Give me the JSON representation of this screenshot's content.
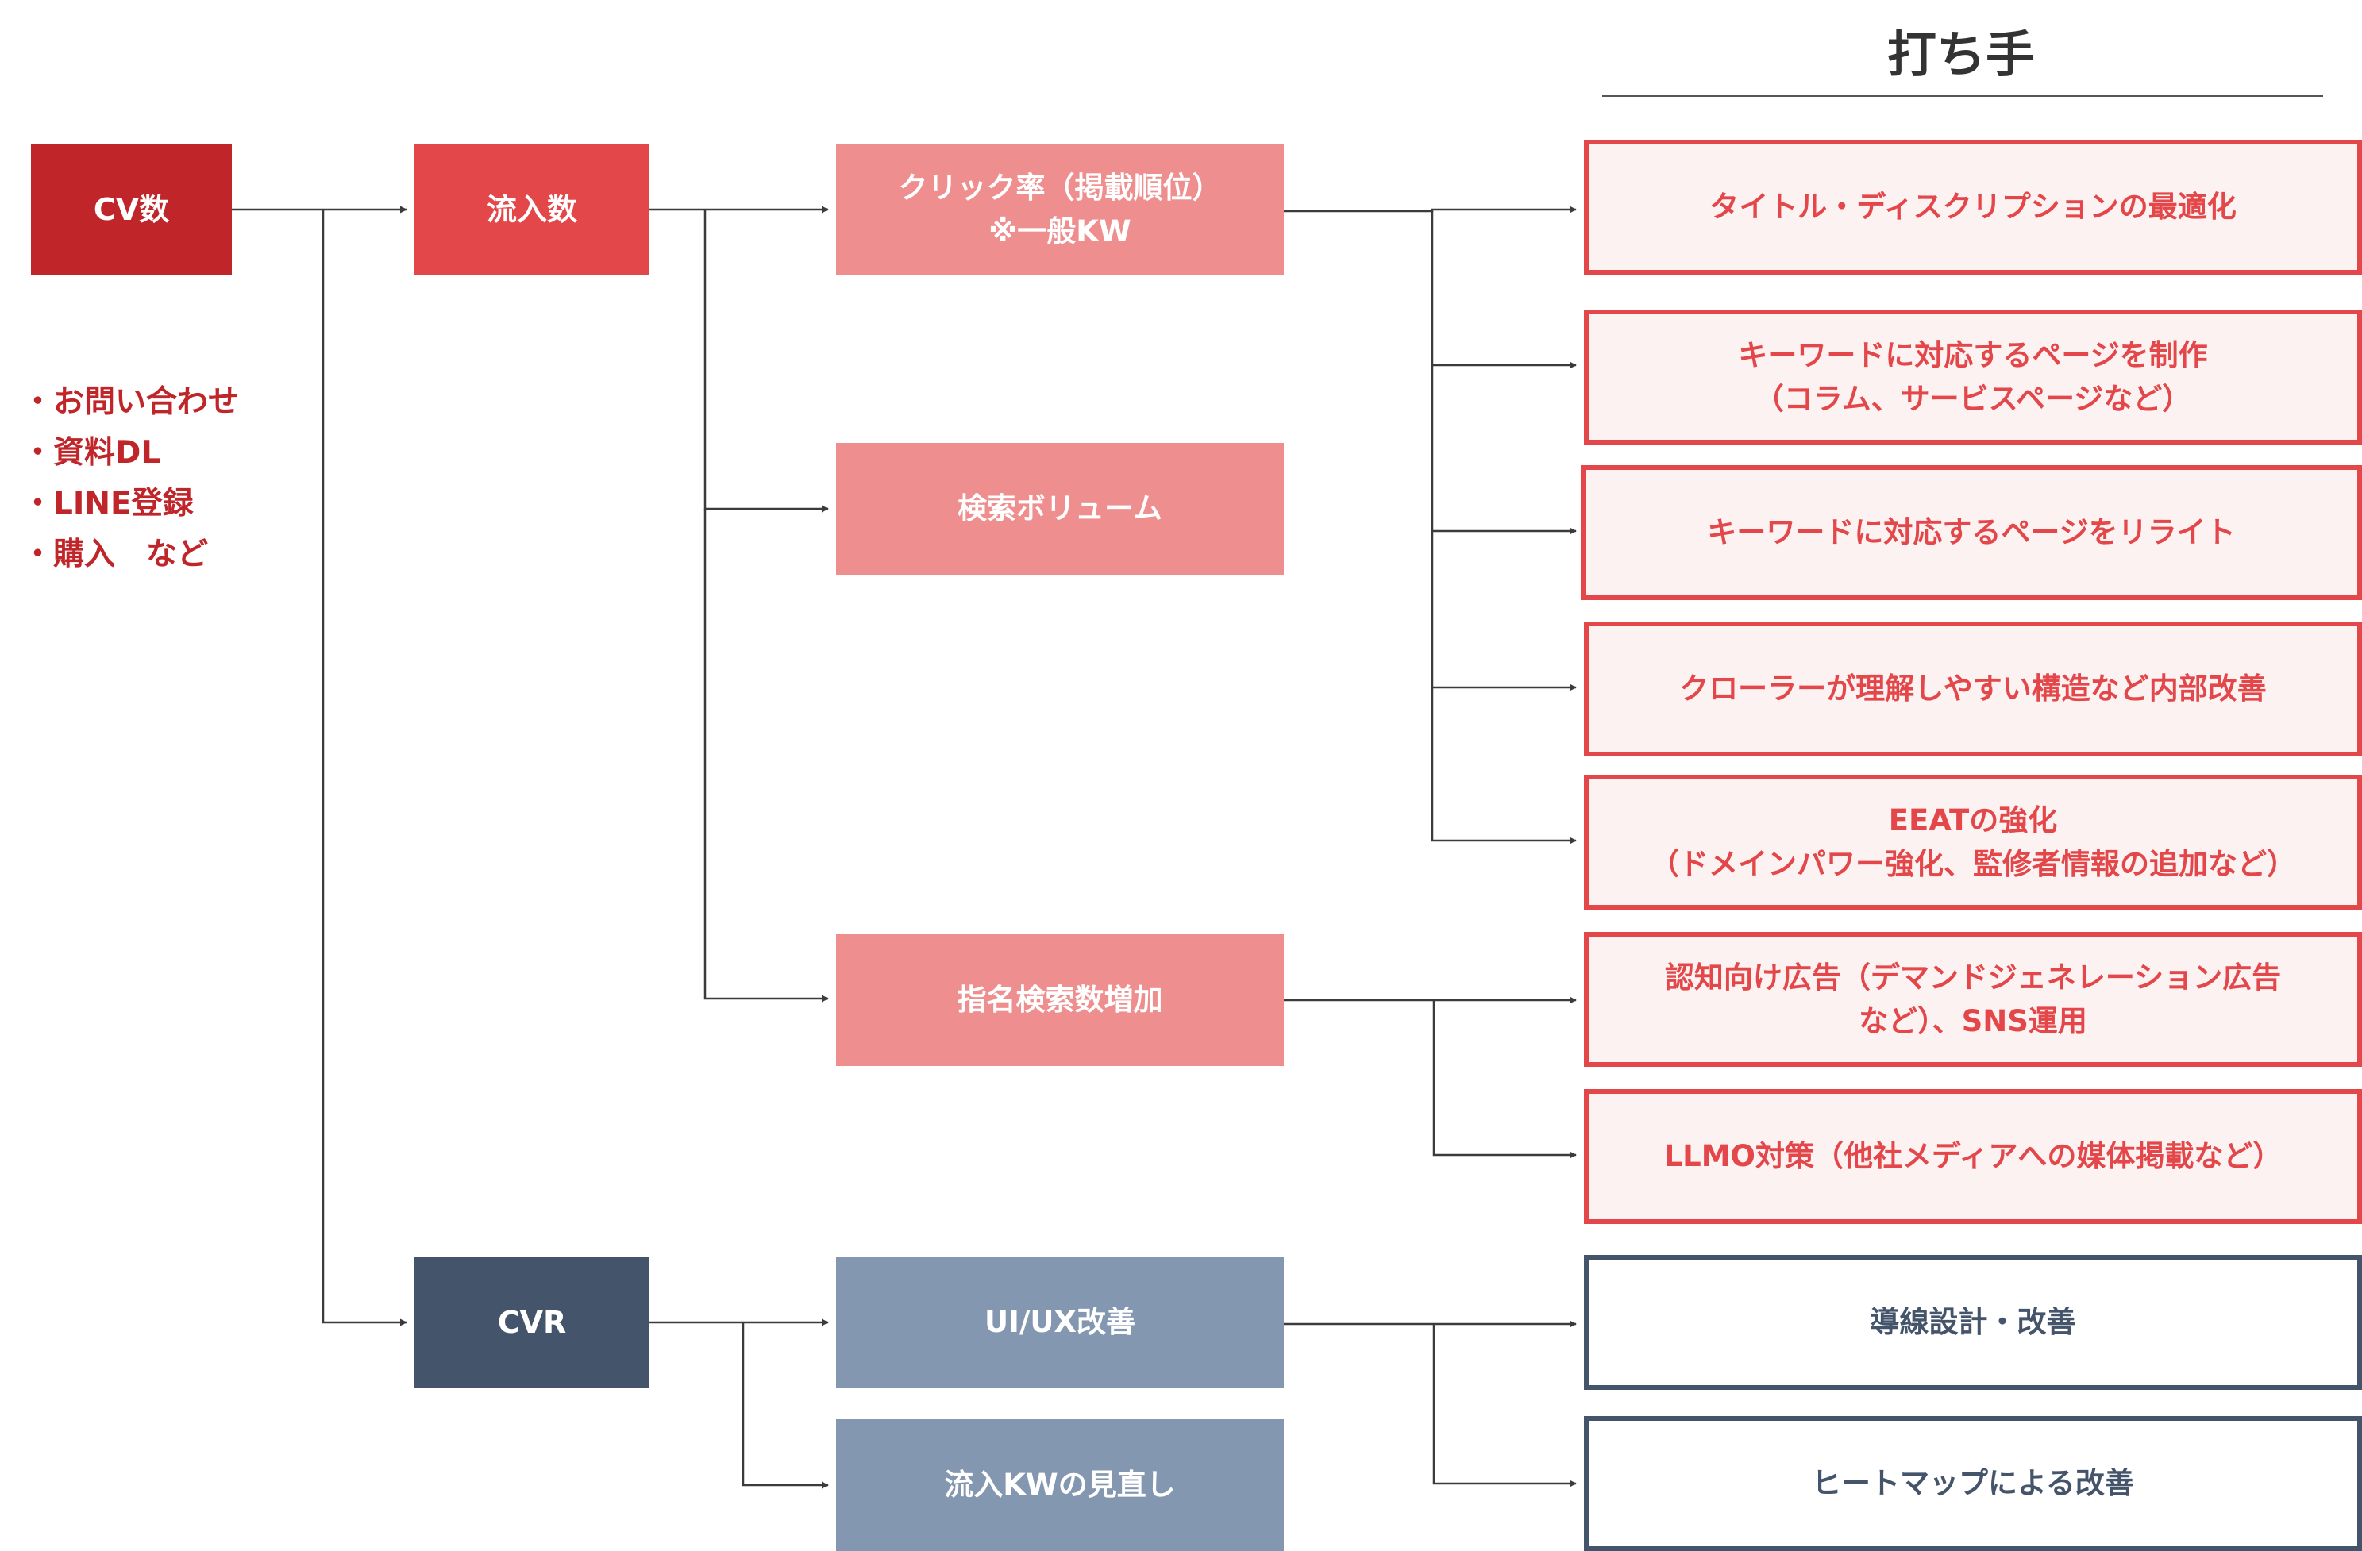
{
  "header": {
    "title": "打ち手"
  },
  "cv_examples": [
    "・お問い合わせ",
    "・資料DL",
    "・LINE登録",
    "・購入　など"
  ],
  "colors": {
    "dark_red": "#c0252a",
    "red": "#e3474a",
    "pink": "#ee8e8e",
    "navy": "#44546a",
    "slate": "#8497b0",
    "action_fill": "#fdf2f2",
    "connector": "#3b3b3b"
  },
  "nodes": {
    "cv": {
      "label": "CV数"
    },
    "inflow": {
      "label": "流入数"
    },
    "cvr": {
      "label": "CVR"
    },
    "ctr": {
      "label": "クリック率（掲載順位）\n※一般KW"
    },
    "volume": {
      "label": "検索ボリューム"
    },
    "branded": {
      "label": "指名検索数増加"
    },
    "uiux": {
      "label": "UI/UX改善"
    },
    "kw_review": {
      "label": "流入KWの見直し"
    }
  },
  "actions": [
    {
      "label": "タイトル・ディスクリプションの最適化"
    },
    {
      "label": "キーワードに対応するページを制作\n（コラム、サービスページなど）"
    },
    {
      "label": "キーワードに対応するページをリライト"
    },
    {
      "label": "クローラーが理解しやすい構造など内部改善"
    },
    {
      "label": "EEATの強化\n（ドメインパワー強化、監修者情報の追加など）"
    },
    {
      "label": "認知向け広告（デマンドジェネレーション広告\nなど）、SNS運用"
    },
    {
      "label": "LLMO対策（他社メディアへの媒体掲載など）"
    },
    {
      "label": "導線設計・改善"
    },
    {
      "label": "ヒートマップによる改善"
    }
  ]
}
